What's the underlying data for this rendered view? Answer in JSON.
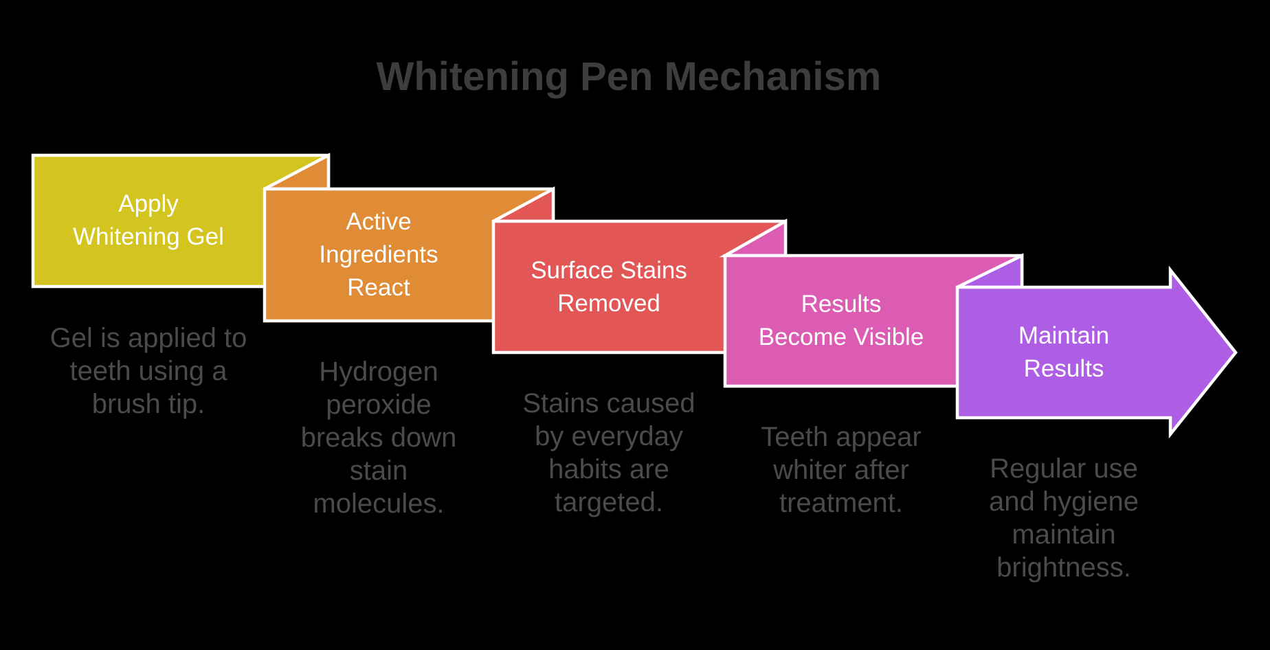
{
  "title": "Whitening Pen Mechanism",
  "colors": {
    "background": "#000000",
    "outline": "#ffffff",
    "title_text": "#3d3d3d",
    "step_label_text": "#ffffff",
    "description_text": "#4b4b4b"
  },
  "steps": [
    {
      "label": "Apply\nWhitening Gel",
      "description": "Gel is applied to\nteeth using a\nbrush tip.",
      "color": "#d4c41f"
    },
    {
      "label": "Active\nIngredients\nReact",
      "description": "Hydrogen\nperoxide\nbreaks down\nstain\nmolecules.",
      "color": "#e08b35"
    },
    {
      "label": "Surface Stains\nRemoved",
      "description": "Stains caused\nby everyday\nhabits are\ntargeted.",
      "color": "#e25656"
    },
    {
      "label": "Results\nBecome Visible",
      "description": "Teeth appear\nwhiter after\ntreatment.",
      "color": "#dd5cb3"
    },
    {
      "label": "Maintain\nResults",
      "description": "Regular use\nand hygiene\nmaintain\nbrightness.",
      "color": "#ae5ee4"
    }
  ]
}
